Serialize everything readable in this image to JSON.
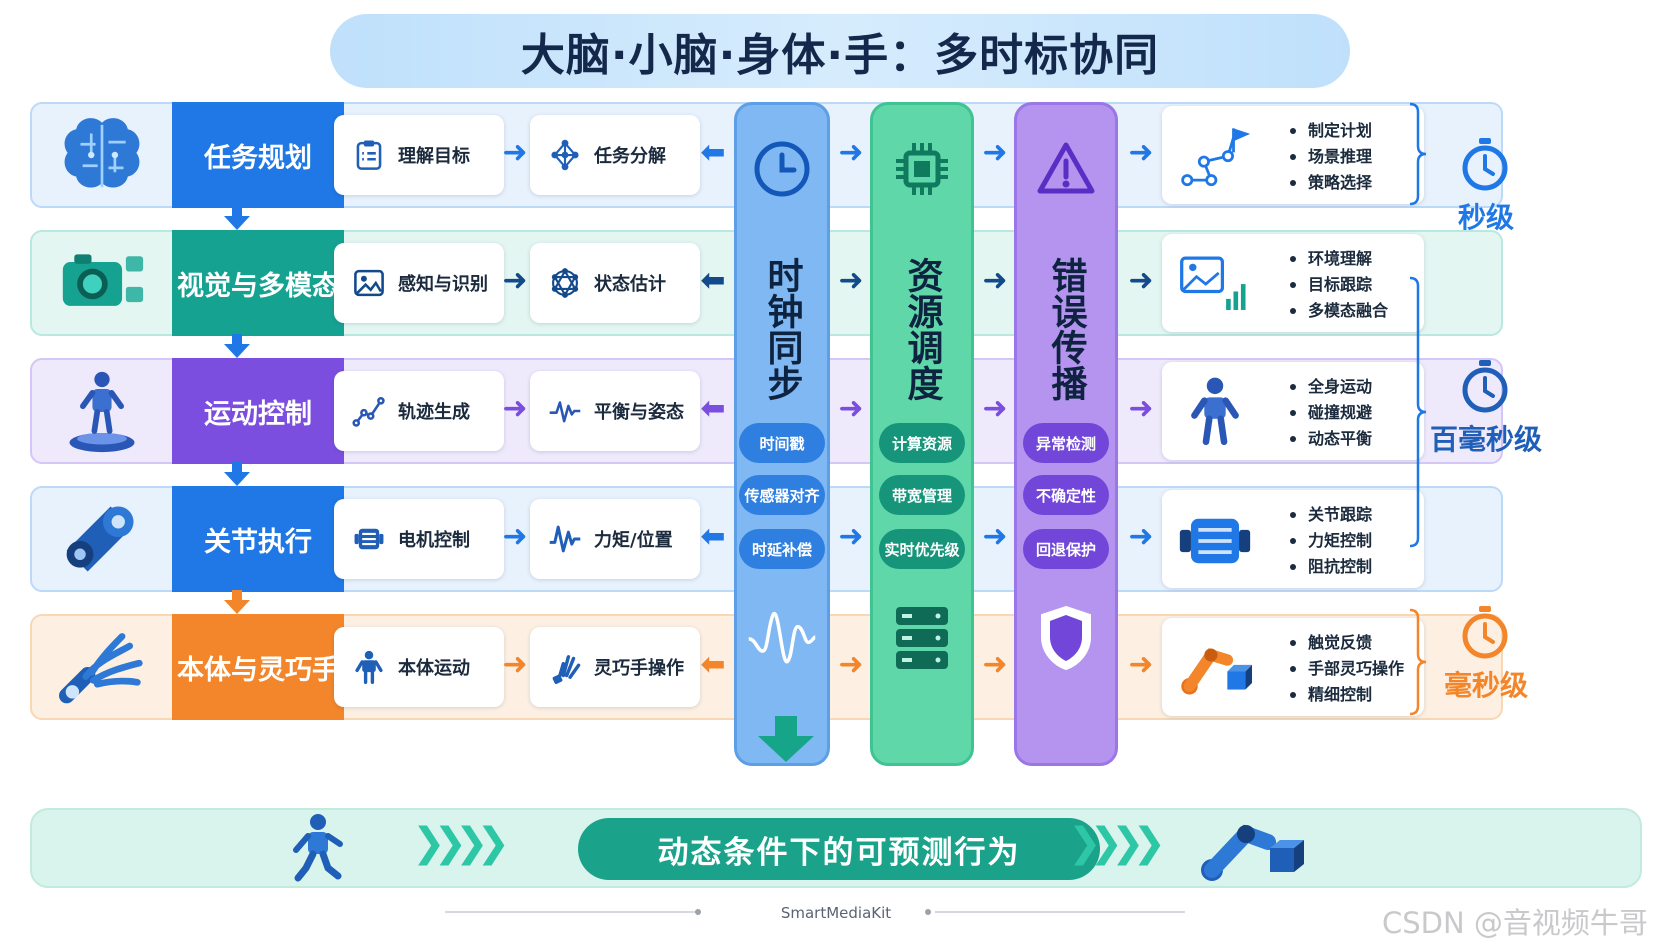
{
  "title": "大脑·小脑·身体·手：多时标协同",
  "rows": [
    {
      "label": "任务规划",
      "icon": "brain-icon",
      "color": "#1f78e6",
      "bg": "#e8f2fd",
      "border": "#bcd9f8",
      "arrow": "#1f78e6",
      "cards": [
        {
          "text": "理解目标",
          "icon": "clipboard-icon"
        },
        {
          "text": "任务分解",
          "icon": "network-icon"
        }
      ],
      "out_icon": "route-flag-icon",
      "bullets": [
        "制定计划",
        "场景推理",
        "策略选择"
      ]
    },
    {
      "label": "视觉与多模态",
      "icon": "camera-icon",
      "color": "#16a291",
      "bg": "#e3f6f2",
      "border": "#b8e8df",
      "arrow": "#134a8c",
      "cards": [
        {
          "text": "感知与识别",
          "icon": "image-icon"
        },
        {
          "text": "状态估计",
          "icon": "graph-icon"
        }
      ],
      "out_icon": "image-chart-icon",
      "bullets": [
        "环境理解",
        "目标跟踪",
        "多模态融合"
      ]
    },
    {
      "label": "运动控制",
      "icon": "robot-stand-icon",
      "color": "#7b4ee0",
      "bg": "#efe9fc",
      "border": "#d4c6f6",
      "arrow": "#7b4ee0",
      "cards": [
        {
          "text": "轨迹生成",
          "icon": "trajectory-icon"
        },
        {
          "text": "平衡与姿态",
          "icon": "wave-icon"
        }
      ],
      "out_icon": "humanoid-icon",
      "bullets": [
        "全身运动",
        "碰撞规避",
        "动态平衡"
      ]
    },
    {
      "label": "关节执行",
      "icon": "joint-icon",
      "color": "#1f78e6",
      "bg": "#e8f2fd",
      "border": "#bcd9f8",
      "arrow": "#1f78e6",
      "cards": [
        {
          "text": "电机控制",
          "icon": "motor-icon"
        },
        {
          "text": "力矩/位置",
          "icon": "signal-icon"
        }
      ],
      "out_icon": "motor-big-icon",
      "bullets": [
        "关节跟踪",
        "力矩控制",
        "阻抗控制"
      ]
    },
    {
      "label": "本体与灵巧手",
      "icon": "robot-hand-icon",
      "color": "#f3862a",
      "bg": "#fdf0e3",
      "border": "#f8d7b5",
      "arrow": "#f3862a",
      "cards": [
        {
          "text": "本体运动",
          "icon": "robot-icon"
        },
        {
          "text": "灵巧手操作",
          "icon": "hand-icon"
        }
      ],
      "out_icon": "arm-cube-icon",
      "bullets": [
        "触觉反馈",
        "手部灵巧操作",
        "精细控制"
      ]
    }
  ],
  "columns": [
    {
      "title": "时钟同步",
      "icon": "clock-icon",
      "bottom_icon": "waveform-icon",
      "bg": "#7fb8f2",
      "border": "#5d9fe6",
      "pill": "#2f7fe0",
      "pills": [
        "时间戳",
        "传感器对齐",
        "时延补偿"
      ]
    },
    {
      "title": "资源调度",
      "icon": "chip-icon",
      "bottom_icon": "server-icon",
      "bg": "#5fd7a9",
      "border": "#3ec391",
      "pill": "#16957a",
      "pills": [
        "计算资源",
        "带宽管理",
        "实时优先级"
      ]
    },
    {
      "title": "错误传播",
      "icon": "warning-icon",
      "bottom_icon": "shield-icon",
      "bg": "#b494ef",
      "border": "#9a76e6",
      "pill": "#7146d8",
      "pills": [
        "异常检测",
        "不确定性",
        "回退保护"
      ]
    }
  ],
  "scales": [
    {
      "label": "秒级",
      "color": "#1f78e6"
    },
    {
      "label": "百毫秒级",
      "color": "#1f5fb8"
    },
    {
      "label": "毫秒级",
      "color": "#f3862a"
    }
  ],
  "bottom": {
    "text": "动态条件下的可预测行为"
  },
  "brand": "SmartMediaKit",
  "watermark": "CSDN @音视频牛哥"
}
